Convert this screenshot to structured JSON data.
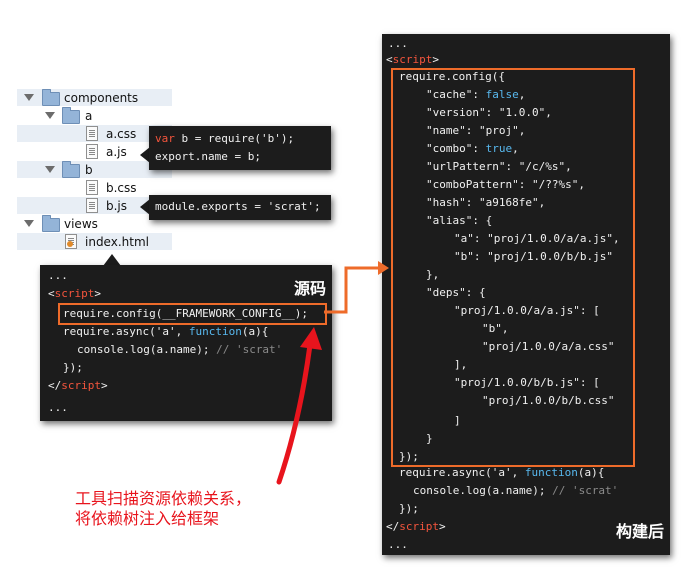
{
  "tree": {
    "items": [
      {
        "label": "components",
        "kind": "folder"
      },
      {
        "label": "a",
        "kind": "folder"
      },
      {
        "label": "a.css",
        "kind": "file"
      },
      {
        "label": "a.js",
        "kind": "file"
      },
      {
        "label": "b",
        "kind": "folder"
      },
      {
        "label": "b.css",
        "kind": "file"
      },
      {
        "label": "b.js",
        "kind": "file"
      },
      {
        "label": "views",
        "kind": "folder"
      },
      {
        "label": "index.html",
        "kind": "html-file"
      }
    ]
  },
  "callouts": {
    "a_js": {
      "line1": {
        "kw": "var",
        "rest": " b = require('b');"
      },
      "line2": "export.name = b;"
    },
    "b_js": {
      "line1": "module.exports = 'scrat';"
    }
  },
  "source": {
    "title": "源码",
    "lines": {
      "l1": "...",
      "l2_open": "<",
      "l2_tag": "script",
      "l2_close": ">",
      "l3": "require.config(__FRAMEWORK_CONFIG__);",
      "l4_a": "require.async('a', ",
      "l4_fn": "function",
      "l4_b": "(a){",
      "l5_a": "console.log(a.name); ",
      "l5_cm": "// 'scrat'",
      "l6": "});",
      "l7_open": "</",
      "l7_tag": "script",
      "l7_close": ">",
      "l8": "..."
    }
  },
  "built": {
    "title": "构建后",
    "lines": {
      "l1": "...",
      "l2_open": "<",
      "l2_tag": "script",
      "l2_close": ">",
      "c1": "require.config({",
      "c2a": "\"cache\": ",
      "c2b": "false",
      "c2c": ",",
      "c3": "\"version\": \"1.0.0\",",
      "c4": "\"name\": \"proj\",",
      "c5a": "\"combo\": ",
      "c5b": "true",
      "c5c": ",",
      "c6": "\"urlPattern\": \"/c/%s\",",
      "c7": "\"comboPattern\": \"/??%s\",",
      "c8": "\"hash\": \"a9168fe\",",
      "c9": "\"alias\": {",
      "c10": "\"a\": \"proj/1.0.0/a/a.js\",",
      "c11": "\"b\": \"proj/1.0.0/b/b.js\"",
      "c12": "},",
      "c13": "\"deps\": {",
      "c14": "\"proj/1.0.0/a/a.js\": [",
      "c15": "\"b\",",
      "c16": "\"proj/1.0.0/a/a.css\"",
      "c17": "],",
      "c18": "\"proj/1.0.0/b/b.js\": [",
      "c19": "\"proj/1.0.0/b/b.css\"",
      "c20": "]",
      "c21": "}",
      "c22": "});",
      "a1a": "require.async('a', ",
      "a1fn": "function",
      "a1b": "(a){",
      "a2a": "console.log(a.name); ",
      "a2cm": "// 'scrat'",
      "a3": "});",
      "e_open": "</",
      "e_tag": "script",
      "e_close": ">",
      "e2": "..."
    }
  },
  "caption": {
    "line1": "工具扫描资源依赖关系，",
    "line2": "将依赖树注入给框架"
  },
  "colors": {
    "orange": "#ee6b2a",
    "red": "#e8141d",
    "code_bg": "#1c1c1c",
    "keyword": "#f4553d",
    "function": "#58b8ee"
  }
}
